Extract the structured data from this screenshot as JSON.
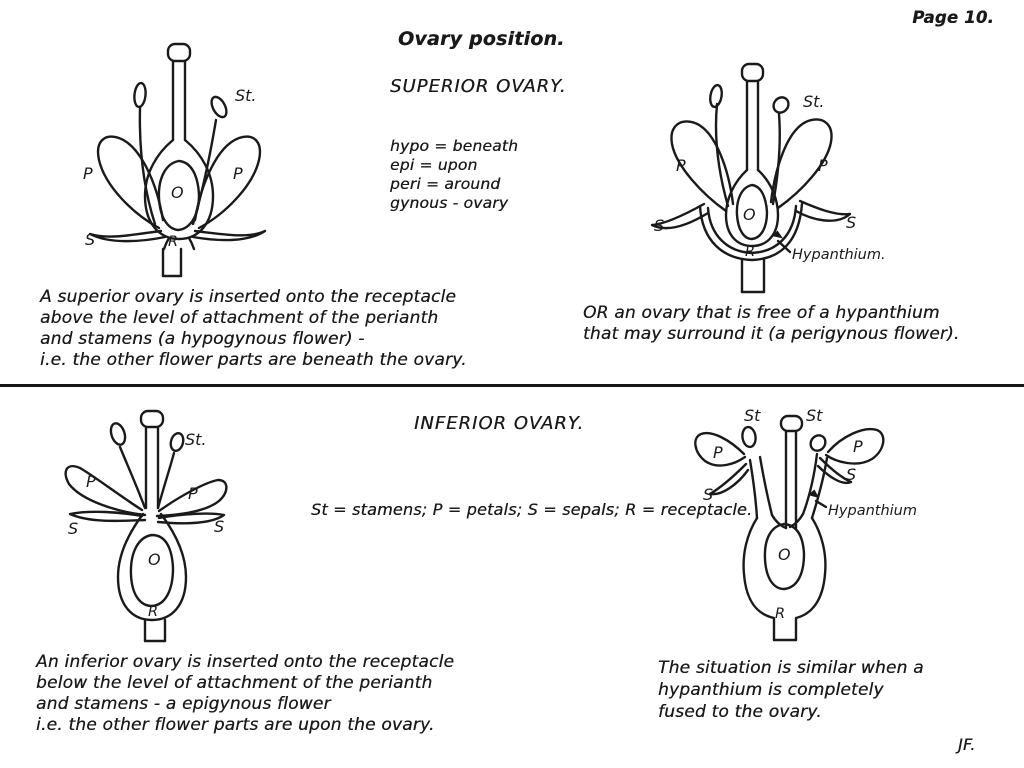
{
  "page": {
    "number": "Page 10.",
    "title": "Ovary position.",
    "signature": "JF."
  },
  "superior_section": {
    "heading": "SUPERIOR OVARY.",
    "glossary": [
      "hypo = beneath",
      "epi = upon",
      "peri = around",
      "gynous - ovary"
    ],
    "hypogynous_caption": [
      "A superior ovary is inserted onto the receptacle",
      "above the level of attachment of the perianth",
      "and stamens (a hypogynous flower) -",
      "i.e. the other flower parts are beneath the ovary."
    ],
    "perigynous_caption": [
      "OR an ovary that is free of a hypanthium",
      "that may surround it (a perigynous flower)."
    ]
  },
  "inferior_section": {
    "heading": "INFERIOR OVARY.",
    "legend": "St = stamens; P = petals; S = sepals; R = receptacle.",
    "epigynous_caption": [
      "An inferior ovary is inserted onto the receptacle",
      "below the level of attachment of the perianth",
      "and stamens - a epigynous flower",
      "i.e. the other flower parts are upon the ovary."
    ],
    "fused_caption": [
      "The situation is similar when a",
      "hypanthium is completely",
      "fused to the ovary."
    ]
  },
  "flower_labels": {
    "petal": "P",
    "sepal": "S",
    "ovary": "O",
    "receptacle": "R",
    "stamen_abbr": "St.",
    "stamen": "St",
    "hypanthium_label": "Hypanthium.",
    "hypanthium": "Hypanthium"
  },
  "colors": {
    "ink": "#1a1a1a",
    "background": "#ffffff"
  }
}
